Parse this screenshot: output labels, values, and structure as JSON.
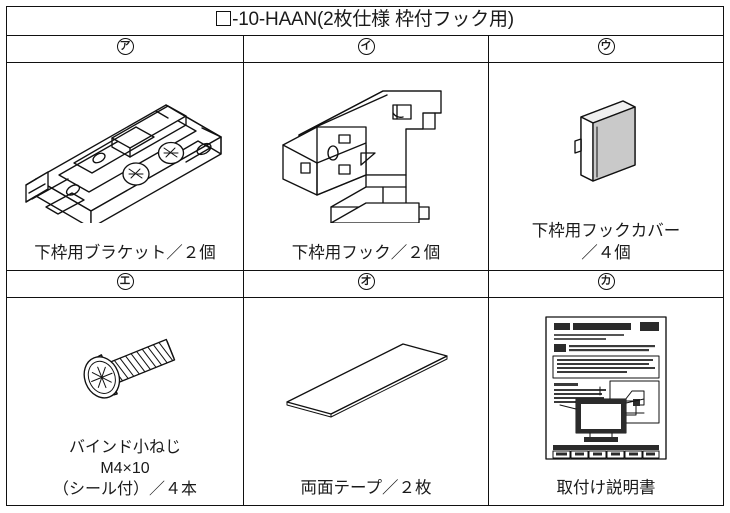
{
  "sheet": {
    "title": {
      "prefix_symbol": "□",
      "text": "-10-HAAN(2枚仕様 枠付フック用)",
      "full": "□-10-HAAN(2枚仕様 枠付フック用)"
    },
    "rows": [
      {
        "keys": [
          "㋐",
          "㋑",
          "㋒"
        ],
        "key_letters": [
          "ア",
          "イ",
          "ウ"
        ],
        "parts": [
          {
            "key": "㋐",
            "name": "下枠用ブラケット",
            "quantity": "２個",
            "caption": "下枠用ブラケット／２個",
            "icon": "bracket-illustration"
          },
          {
            "key": "㋑",
            "name": "下枠用フック",
            "quantity": "２個",
            "caption": "下枠用フック／２個",
            "icon": "hook-illustration"
          },
          {
            "key": "㋒",
            "name": "下枠用フックカバー",
            "quantity": "４個",
            "caption": "下枠用フックカバー\n／４個",
            "icon": "hook-cover-illustration"
          }
        ]
      },
      {
        "keys": [
          "㋓",
          "㋔",
          "㋕"
        ],
        "key_letters": [
          "エ",
          "オ",
          "カ"
        ],
        "parts": [
          {
            "key": "㋓",
            "name": "バインド小ねじ",
            "spec": "M4×10",
            "note": "（シール付）",
            "quantity": "４本",
            "caption": "バインド小ねじ\nM4×10\n（シール付）／４本",
            "icon": "screw-illustration"
          },
          {
            "key": "㋔",
            "name": "両面テープ",
            "quantity": "２枚",
            "caption": "両面テープ／２枚",
            "icon": "tape-illustration"
          },
          {
            "key": "㋕",
            "name": "取付け説明書",
            "quantity": "",
            "caption": "取付け説明書",
            "icon": "manual-illustration"
          }
        ]
      }
    ],
    "colors": {
      "line": "#111111",
      "background": "#ffffff",
      "shade_light": "#efefef",
      "shade_dark": "#c9c9c9",
      "ink": "#2b2b2b"
    }
  }
}
